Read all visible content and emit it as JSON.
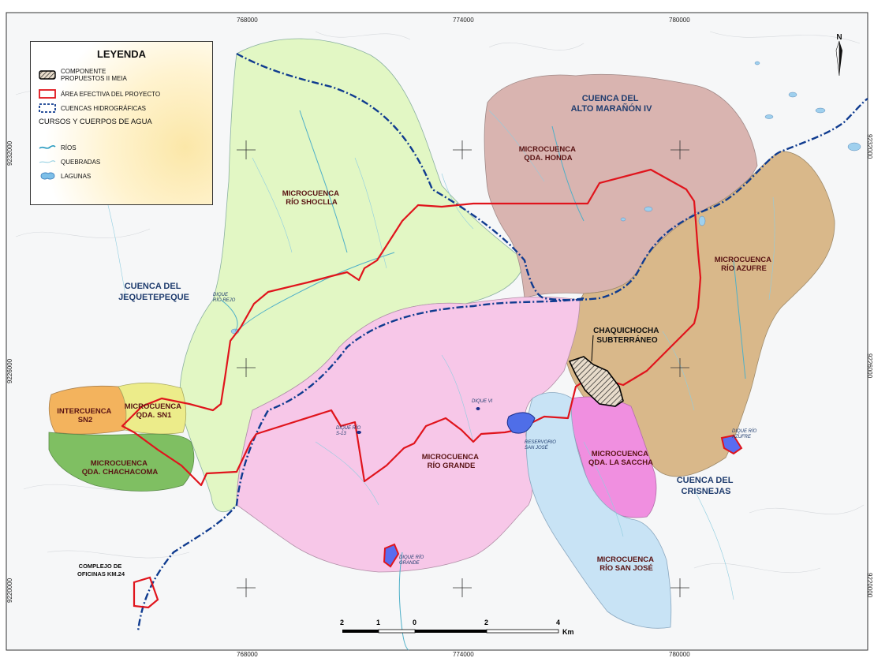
{
  "grid": {
    "eastings": [
      "768000",
      "774000",
      "780000"
    ],
    "northings": [
      "9232000",
      "9226000",
      "9220000"
    ]
  },
  "legend": {
    "title": "LEYENDA",
    "items": [
      {
        "label": "COMPONENTE PROPUESTOS II MEIA"
      },
      {
        "label": "ÁREA EFECTIVA DEL PROYECTO"
      },
      {
        "label": "CUENCAS HIDROGRÁFICAS"
      }
    ],
    "water_section": "CURSOS Y CUERPOS DE AGUA",
    "water_items": [
      {
        "label": "RÍOS"
      },
      {
        "label": "QUEBRADAS"
      },
      {
        "label": "LAGUNAS"
      }
    ]
  },
  "basins": [
    {
      "id": "alto-maranon",
      "lines": [
        "CUENCA DEL",
        "ALTO MARAÑÓN IV"
      ]
    },
    {
      "id": "jequetepeque",
      "lines": [
        "CUENCA DEL",
        "JEQUETEPEQUE"
      ]
    },
    {
      "id": "crisnejas",
      "lines": [
        "CUENCA DEL",
        "CRISNEJAS"
      ]
    }
  ],
  "microbasins": [
    {
      "id": "honda",
      "lines": [
        "MICROCUENCA",
        "QDA. HONDA"
      ]
    },
    {
      "id": "shoclla",
      "lines": [
        "MICROCUENCA",
        "RÍO SHOCLLA"
      ]
    },
    {
      "id": "azufre",
      "lines": [
        "MICROCUENCA",
        "RÍO AZUFRE"
      ]
    },
    {
      "id": "grande",
      "lines": [
        "MICROCUENCA",
        "RÍO GRANDE"
      ]
    },
    {
      "id": "saccha",
      "lines": [
        "MICROCUENCA",
        "QDA. LA SACCHA"
      ]
    },
    {
      "id": "sanjose",
      "lines": [
        "MICROCUENCA",
        "RÍO SAN JOSÉ"
      ]
    },
    {
      "id": "sn2",
      "lines": [
        "INTERCUENCA",
        "SN2"
      ]
    },
    {
      "id": "sn1",
      "lines": [
        "MICROCUENCA",
        "QDA. SN1"
      ]
    },
    {
      "id": "chachacoma",
      "lines": [
        "MICROCUENCA",
        "QDA. CHACHACOMA"
      ]
    }
  ],
  "components": {
    "chaquicocha": [
      "CHAQUICHOCHA",
      "SUBTERRÁNEO"
    ],
    "complejo": [
      "COMPLEJO DE",
      "OFICINAS KM.24"
    ]
  },
  "small_labels": {
    "dique_rejo": [
      "DIQUE",
      "RÍO REJO"
    ],
    "dique_azufre": [
      "DIQUE RÍO",
      "AZUFRE"
    ],
    "dique_grande": [
      "DIQUE RÍO",
      "GRANDE"
    ],
    "reservorio": [
      "RESERVORIO",
      "SAN JOSÉ"
    ],
    "dique_s": [
      "DIQUE RÍO",
      "S-13"
    ],
    "dique_vi": "DIQUE VI"
  },
  "scale": {
    "ticks": [
      "2",
      "1",
      "0",
      "2",
      "4"
    ],
    "unit": "Km"
  },
  "north_label": "N",
  "colors": {
    "shoclla": "#e2f7c4",
    "honda": "#d9b4b0",
    "azufre": "#d9b88a",
    "grande": "#f7c7e8",
    "saccha": "#f08fe0",
    "sanjose": "#c8e3f5",
    "sn2": "#f3b35d",
    "sn1": "#ecec8a",
    "chachacoma": "#7fbf62",
    "project": "#e0141c",
    "basin_line": "#0f3b8f"
  }
}
